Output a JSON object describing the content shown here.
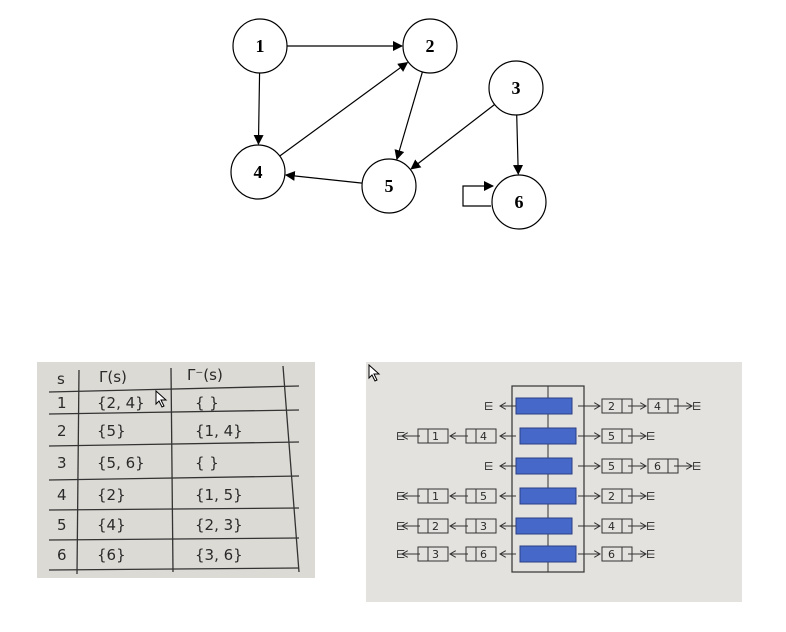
{
  "graph": {
    "nodes": [
      {
        "id": "1",
        "label": "1"
      },
      {
        "id": "2",
        "label": "2"
      },
      {
        "id": "3",
        "label": "3"
      },
      {
        "id": "4",
        "label": "4"
      },
      {
        "id": "5",
        "label": "5"
      },
      {
        "id": "6",
        "label": "6"
      }
    ],
    "edges": [
      {
        "from": "1",
        "to": "2"
      },
      {
        "from": "1",
        "to": "4"
      },
      {
        "from": "4",
        "to": "2"
      },
      {
        "from": "2",
        "to": "5"
      },
      {
        "from": "5",
        "to": "4"
      },
      {
        "from": "3",
        "to": "5"
      },
      {
        "from": "3",
        "to": "6"
      },
      {
        "from": "6",
        "to": "6"
      }
    ]
  },
  "table": {
    "headers": [
      "s",
      "Γ(s)",
      "Γ⁻(s)"
    ],
    "rows": [
      {
        "s": "1",
        "succ": "{2, 4}",
        "pred": "{ }"
      },
      {
        "s": "2",
        "succ": "{5}",
        "pred": "{1, 4}"
      },
      {
        "s": "3",
        "succ": "{5, 6}",
        "pred": "{ }"
      },
      {
        "s": "4",
        "succ": "{2}",
        "pred": "{1, 5}"
      },
      {
        "s": "5",
        "succ": "{4}",
        "pred": "{2, 3}"
      },
      {
        "s": "6",
        "succ": "{6}",
        "pred": "{3, 6}"
      }
    ]
  },
  "lists": {
    "rows": [
      {
        "pred": [],
        "succ": [
          "2",
          "4"
        ]
      },
      {
        "pred": [
          "1",
          "4"
        ],
        "succ": [
          "5"
        ]
      },
      {
        "pred": [],
        "succ": [
          "5",
          "6"
        ]
      },
      {
        "pred": [
          "1",
          "5"
        ],
        "succ": [
          "2"
        ]
      },
      {
        "pred": [
          "2",
          "3"
        ],
        "succ": [
          "4"
        ]
      },
      {
        "pred": [
          "3",
          "6"
        ],
        "succ": [
          "6"
        ]
      }
    ],
    "colors": {
      "bar": "#4668c9"
    }
  }
}
